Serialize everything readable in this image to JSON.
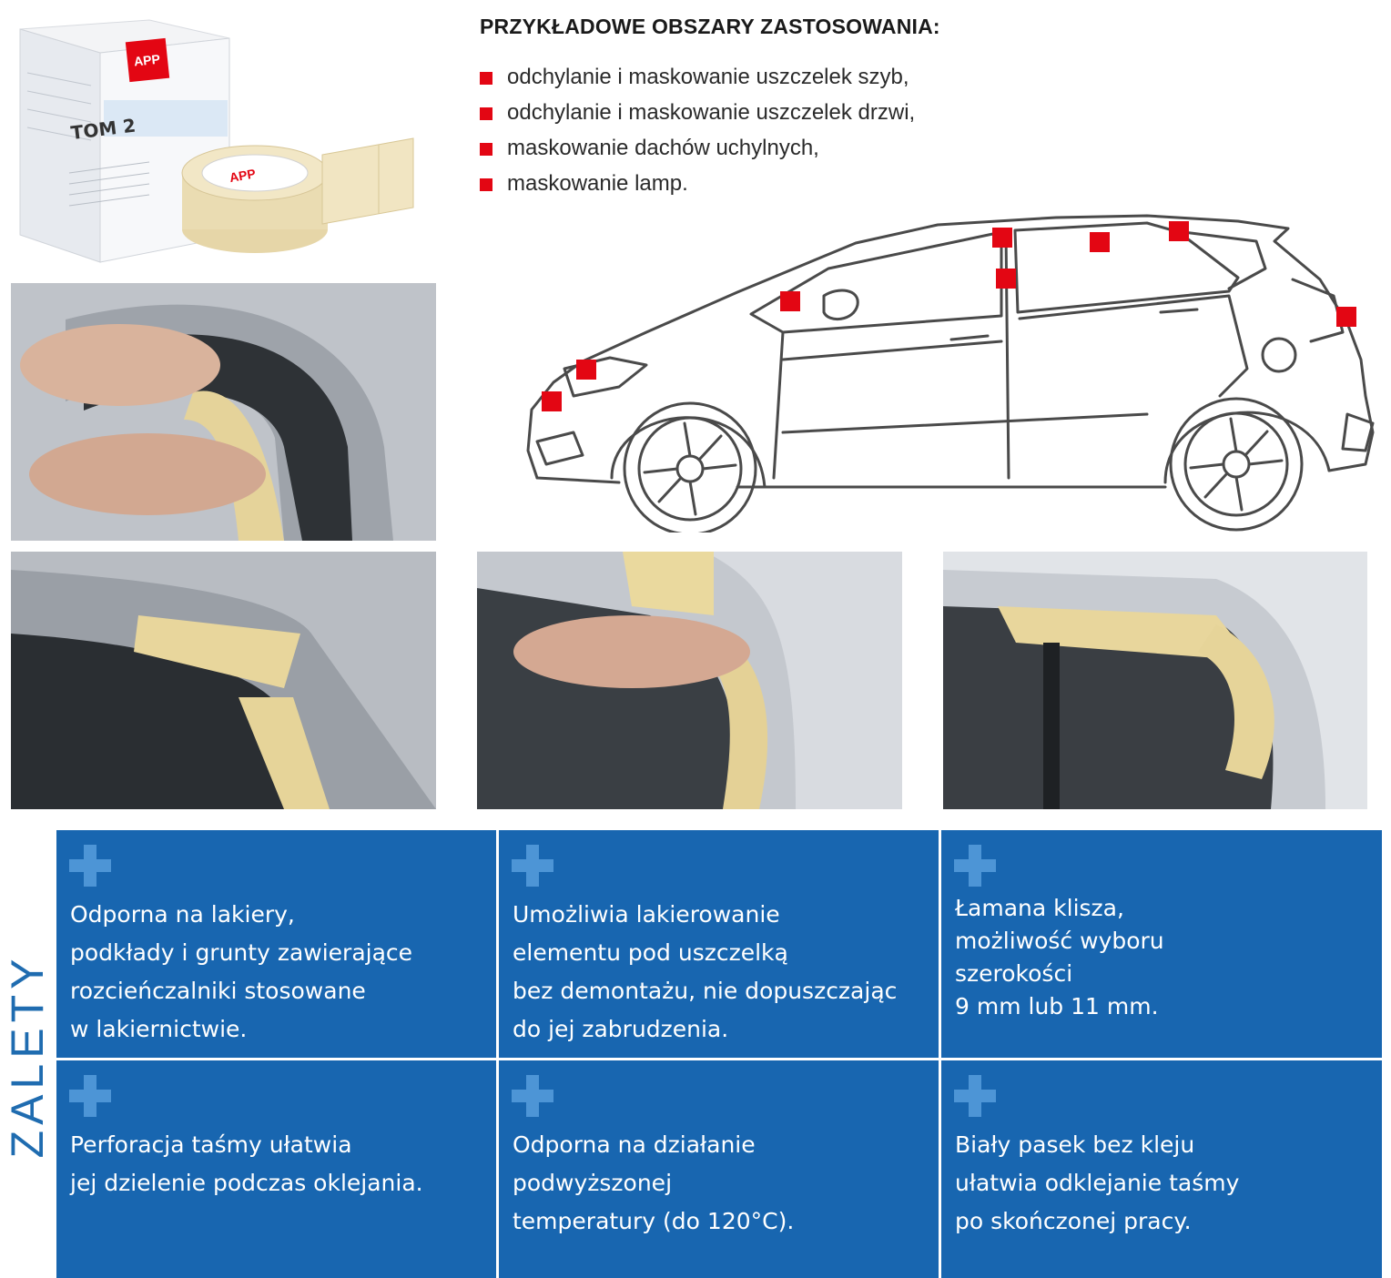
{
  "product": {
    "brand": "APP",
    "name": "TOM 2"
  },
  "applications": {
    "heading": "PRZYKŁADOWE OBSZARY ZASTOSOWANIA:",
    "items": [
      "odchylanie i maskowanie uszczelek szyb,",
      "odchylanie i maskowanie uszczelek drzwi,",
      "maskowanie dachów uchylnych,",
      "maskowanie lamp."
    ],
    "bullet_color": "#e30613"
  },
  "benefits": {
    "label": "ZALETY",
    "label_color": "#1f6cb0",
    "cell_color": "#1866b0",
    "plus_color": "#4d95d6",
    "items": [
      "Odporna na lakiery,\npodkłady i grunty zawierające\nrozcieńczalniki stosowane\nw lakiernictwie.",
      "Umożliwia lakierowanie\nelementu pod uszczelką\nbez demontażu, nie dopuszczając\ndo jej zabrudzenia.",
      "Łamana klisza,\nmożliwość wyboru\nszerokości\n9 mm lub 11 mm.",
      "Perforacja taśmy ułatwia\njej dzielenie podczas oklejania.",
      "Odporna na działanie\npodwyższonej\ntemperatury (do 120°C).",
      "Biały pasek bez kleju\nułatwia odklejanie taśmy\npo skończonej pracy."
    ]
  }
}
